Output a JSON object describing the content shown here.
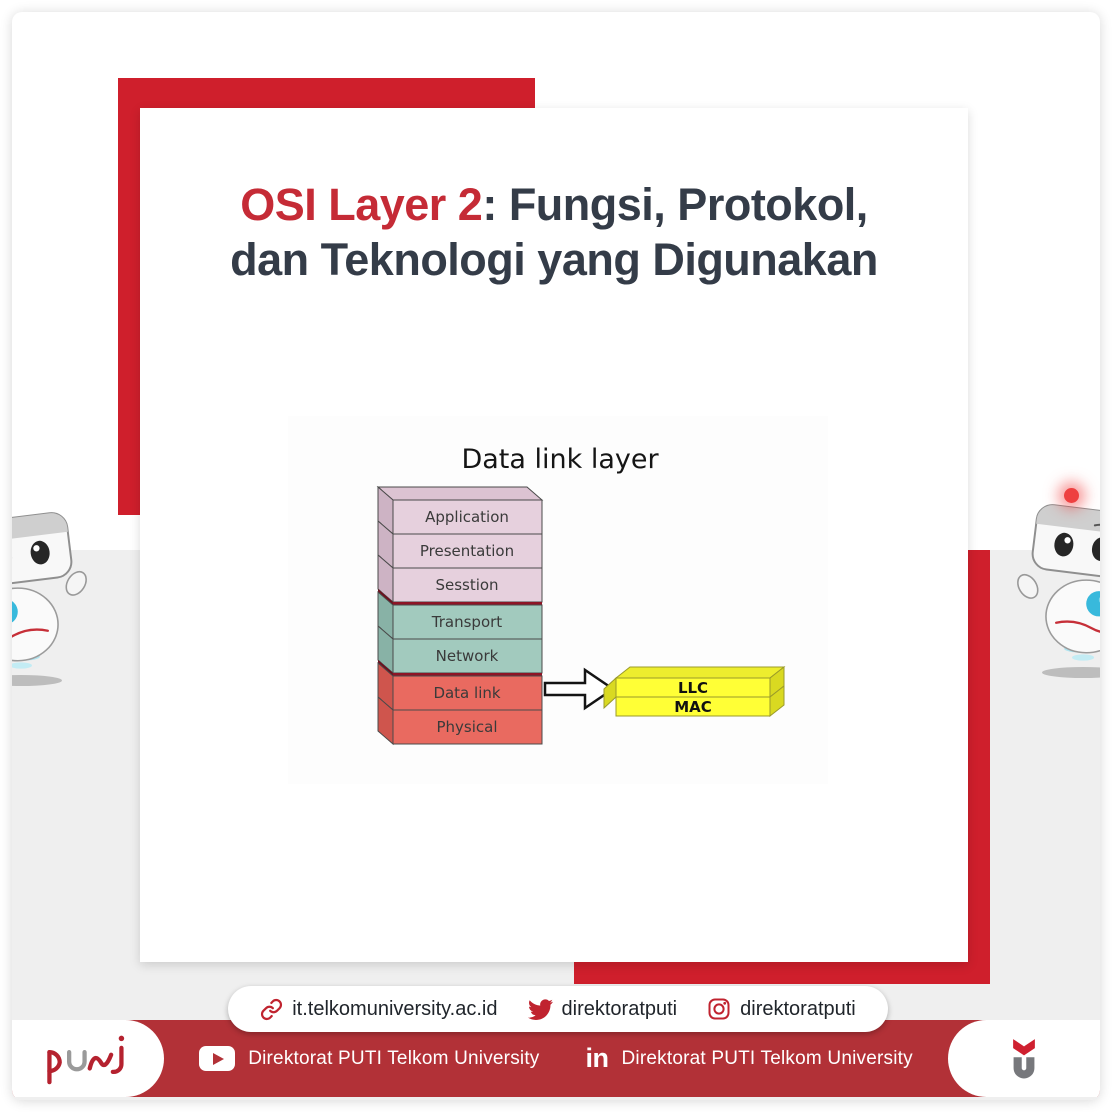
{
  "header": {
    "title_highlight": "OSI Layer 2",
    "title_rest": ": Fungsi, Protokol,",
    "title_line2": "dan Teknologi yang Digunakan"
  },
  "diagram": {
    "title": "Data link layer",
    "layers": [
      {
        "label": "Application",
        "group": "upper"
      },
      {
        "label": "Presentation",
        "group": "upper"
      },
      {
        "label": "Sesstion",
        "group": "upper"
      },
      {
        "label": "Transport",
        "group": "middle"
      },
      {
        "label": "Network",
        "group": "middle"
      },
      {
        "label": "Data link",
        "group": "lower"
      },
      {
        "label": "Physical",
        "group": "lower"
      }
    ],
    "callout": [
      {
        "label": "LLC"
      },
      {
        "label": "MAC"
      }
    ],
    "colors": {
      "upper_layer": "#e6d0dd",
      "middle_layer": "#a2cabe",
      "lower_layer": "#e96a60",
      "separator": "#8e1425",
      "callout_yellow": "#ffff36"
    }
  },
  "contact_pill": {
    "website": "it.telkomuniversity.ac.id",
    "twitter_handle": "direktoratputi",
    "instagram_handle": "direktoratputi",
    "icons": [
      "link-icon",
      "twitter-icon",
      "instagram-icon"
    ],
    "icon_color": "#c0232f"
  },
  "bottom_bar": {
    "youtube_label": "Direktorat PUTI Telkom University",
    "linkedin_label": "Direktorat PUTI Telkom University",
    "linkedin_icon_text": "in",
    "icons": [
      "youtube-icon",
      "linkedin-icon"
    ],
    "bar_color": "#b23137"
  },
  "branding": {
    "puti_logo": "puti",
    "telkom_logo": "telkom-university"
  },
  "colors": {
    "accent_red": "#cf1f2c",
    "title_red": "#c52b36",
    "title_dark": "#343c48",
    "background_gray": "#efefef",
    "mascot_cyan": "#38b9dc"
  }
}
